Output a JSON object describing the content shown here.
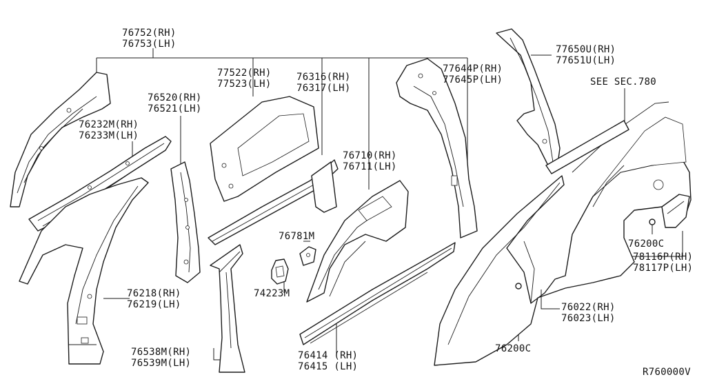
{
  "diagram": {
    "ref_code": "R760000V",
    "callouts": [
      {
        "id": "c-76752",
        "lines": [
          "76752(RH)",
          "76753(LH)"
        ]
      },
      {
        "id": "c-77650",
        "lines": [
          "77650U(RH)",
          "77651U(LH)"
        ]
      },
      {
        "id": "c-see780",
        "lines": [
          "SEE SEC.780"
        ]
      },
      {
        "id": "c-77522",
        "lines": [
          "77522(RH)",
          "77523(LH)"
        ]
      },
      {
        "id": "c-76316",
        "lines": [
          "76316(RH)",
          "76317(LH)"
        ]
      },
      {
        "id": "c-77644",
        "lines": [
          "77644P(RH)",
          "77645P(LH)"
        ]
      },
      {
        "id": "c-76520",
        "lines": [
          "76520(RH)",
          "76521(LH)"
        ]
      },
      {
        "id": "c-76232",
        "lines": [
          "76232M(RH)",
          "76233M(LH)"
        ]
      },
      {
        "id": "c-76710",
        "lines": [
          "76710(RH)",
          "76711(LH)"
        ]
      },
      {
        "id": "c-76781",
        "lines": [
          "76781M"
        ]
      },
      {
        "id": "c-74223",
        "lines": [
          "74223M"
        ]
      },
      {
        "id": "c-76200a",
        "lines": [
          "76200C"
        ]
      },
      {
        "id": "c-78116",
        "lines": [
          "78116P(RH)",
          "78117P(LH)"
        ]
      },
      {
        "id": "c-76218",
        "lines": [
          "76218(RH)",
          "76219(LH)"
        ]
      },
      {
        "id": "c-76022",
        "lines": [
          "76022(RH)",
          "76023(LH)"
        ]
      },
      {
        "id": "c-76200b",
        "lines": [
          "76200C"
        ]
      },
      {
        "id": "c-76538",
        "lines": [
          "76538M(RH)",
          "76539M(LH)"
        ]
      },
      {
        "id": "c-76414",
        "lines": [
          "76414 (RH)",
          "76415 (LH)"
        ]
      }
    ]
  }
}
